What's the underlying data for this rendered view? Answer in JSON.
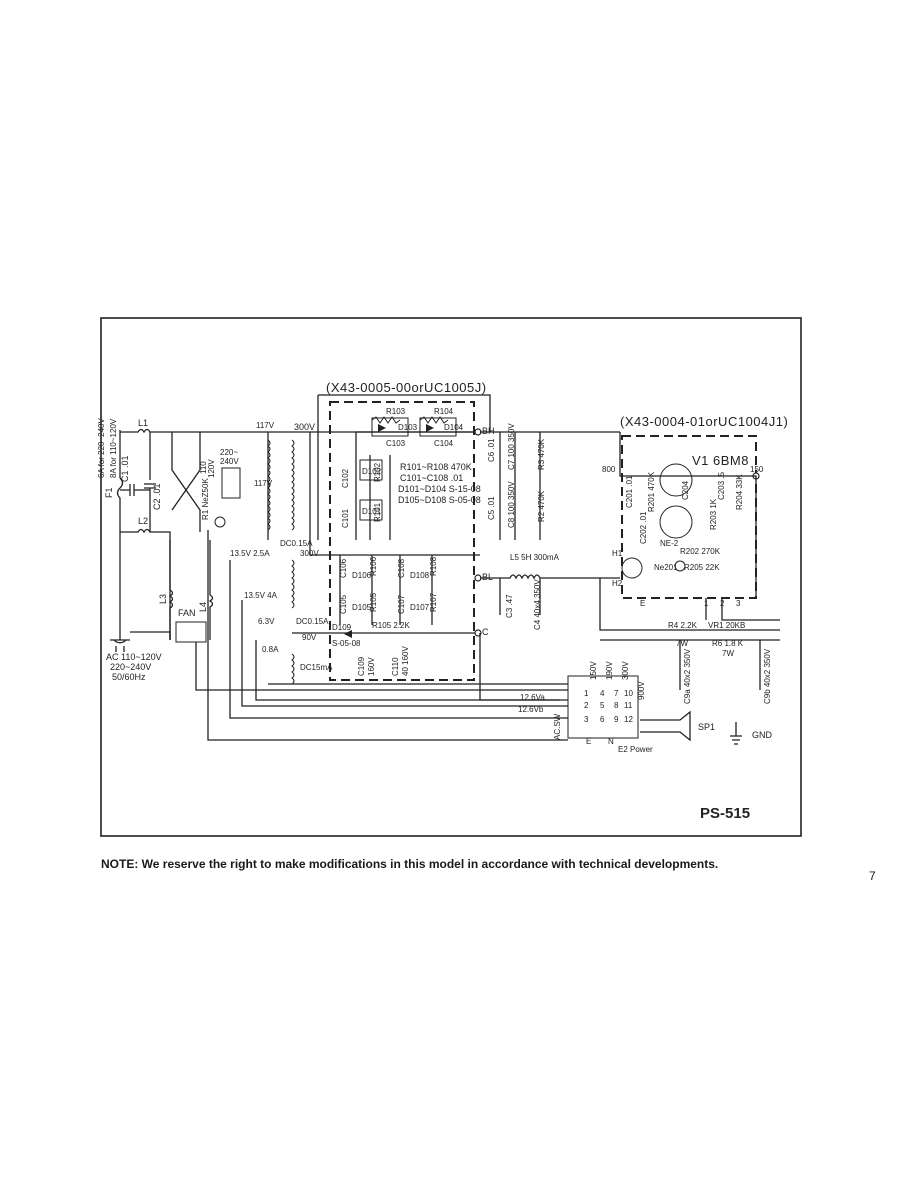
{
  "diagram": {
    "board_left_label": "(X43-0005-00orUC1005J)",
    "board_right_label": "(X43-0004-01orUC1004J1)",
    "model": "PS-515",
    "left_fuse_text": [
      "6A for 220~240V",
      "8A for 110~120V"
    ],
    "f1": "F1",
    "l1": "L1",
    "l2": "L2",
    "c1": "C1 .01",
    "c2": "C2 .01",
    "line_in": [
      "AC 110~120V",
      "220~240V",
      "50/60Hz"
    ],
    "fan": "FAN",
    "l3": "L3",
    "l4": "L4",
    "r1": "R1 NeZ50K",
    "tap_220": "220~",
    "tap_240": "240V",
    "tap_110": "110",
    "tap_120": "120V",
    "tap_117a": "117V",
    "tap_117b": "117V",
    "v300": "300V",
    "dc015a_1": "DC0.15A",
    "v300b": "300V",
    "v135_25": "13.5V 2.5A",
    "v135_4": "13.5V 4A",
    "v63": "6.3V",
    "a08": "0.8A",
    "dc015a_2": "DC0.15A",
    "v90": "90V",
    "dc15ma": "DC15mA",
    "r103": "R103",
    "r104": "R104",
    "d103": "D103",
    "d104": "D104",
    "c103": "C103",
    "c104": "C104",
    "c102": "C102",
    "d102": "D102",
    "r102": "R102",
    "c101": "C101",
    "d101": "D101",
    "r101": "R101",
    "spec1": "R101~R108 470K",
    "spec2": "C101~C108 .01",
    "spec3": "D101~D104 S-15-08",
    "spec4": "D105~D108 S-05-08",
    "c106": "C106",
    "d106": "D106",
    "r106": "R106",
    "c108": "C108",
    "d108": "D108",
    "r108": "R108",
    "c105": "C105",
    "d105": "D105",
    "r105a": "R105",
    "c107": "C107",
    "d107": "D107",
    "r107": "R107",
    "d109": "D109",
    "d109type": "S-05-08",
    "r105": "R105 2.2K",
    "c109": "C109",
    "c110": "C110",
    "c109v": "160V",
    "c110val": "40 160V",
    "bh": "BH",
    "bl": "BL",
    "cnode": "C",
    "c6": "C6 .01",
    "c7": "C7 100 350V",
    "r3": "R3 470K",
    "c5": "C5 .01",
    "c8": "C8 100 350V",
    "r2": "R2 470K",
    "l5": "L5 5H 300mA",
    "c3": "C3 .47",
    "c4": "C4 40x4 350V",
    "v1": "V1 6BM8",
    "c201": "C201 .01",
    "r201": "R201 470K",
    "c202": "C202 .01",
    "c204": "C204",
    "c203": "C203 .5",
    "r203": "R203 1K",
    "r204": "R204 33K",
    "ne2": "NE-2",
    "r202": "R202 270K",
    "ne201": "Ne201",
    "r205": "R205 22K",
    "v800": "800",
    "v150": "150",
    "h1": "H1",
    "h2": "H2",
    "pe": "E",
    "p1": "1",
    "p2": "2",
    "p3": "3",
    "r4": "R4 2.2K",
    "r4w": "7W",
    "vr1": "VR1 20KB",
    "r6": "R6 1.8 K",
    "r6w": "7W",
    "c9a": "C9a 40x2 350V",
    "c9b": "C9b 40x2 350V",
    "v126a": "12.6Va",
    "v126b": "12.6Vb",
    "acsw": "AC.SW",
    "tv150": "150V",
    "tv190": "190V",
    "tv300": "300V",
    "tv900": "900V",
    "te": "E",
    "tn": "N",
    "e2": "E2 Power",
    "sp1": "SP1",
    "gnd": "GND",
    "pin1": "1",
    "pin2": "2",
    "pin3": "3",
    "pin4": "4",
    "pin5": "5",
    "pin6": "6",
    "pin7": "7",
    "pin8": "8",
    "pin9": "9",
    "pin10": "10",
    "pin11": "11",
    "pin12": "12"
  },
  "note": "NOTE: We reserve the right to make modifications in this model in accordance with technical developments.",
  "page_number": "7"
}
